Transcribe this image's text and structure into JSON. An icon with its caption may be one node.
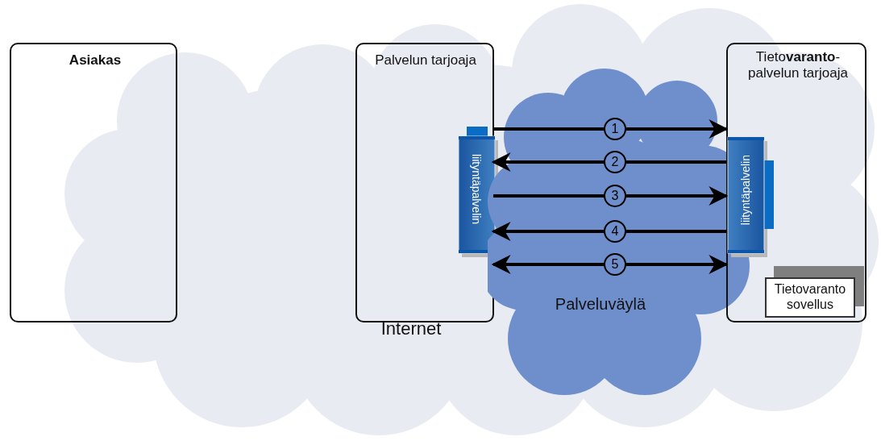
{
  "diagram": {
    "nodes": [
      {
        "text": [
          "Internet"
        ]
      },
      {
        "text": [
          "Asiakas"
        ]
      },
      {
        "text": [
          "Palvelun tarjoaja"
        ],
        "in": 0
      },
      {
        "text": [
          "liityntäpalvelin"
        ],
        "in": 2
      },
      {
        "text": [
          "Tieto**varanto**- palvelun tarjoaja"
        ],
        "in": 0
      },
      {
        "text": [
          "liityntäpalvelin"
        ],
        "in": 4
      },
      {
        "text": [
          "Tietovaranto sovellus"
        ],
        "in": 4
      }
    ],
    "edges": [
      {
        "from": 3,
        "to": 5,
        "arrow": "to",
        "label": "1"
      },
      {
        "from": 5,
        "to": 3,
        "arrow": "to",
        "label": "2"
      },
      {
        "from": 3,
        "to": 5,
        "arrow": "to",
        "label": "3"
      },
      {
        "from": 5,
        "to": 3,
        "arrow": "to",
        "label": "4"
      },
      {
        "from": 3,
        "to": 5,
        "arrow": "both",
        "label": "5"
      }
    ],
    "labels": [
      "Palveluväylä"
    ]
  }
}
